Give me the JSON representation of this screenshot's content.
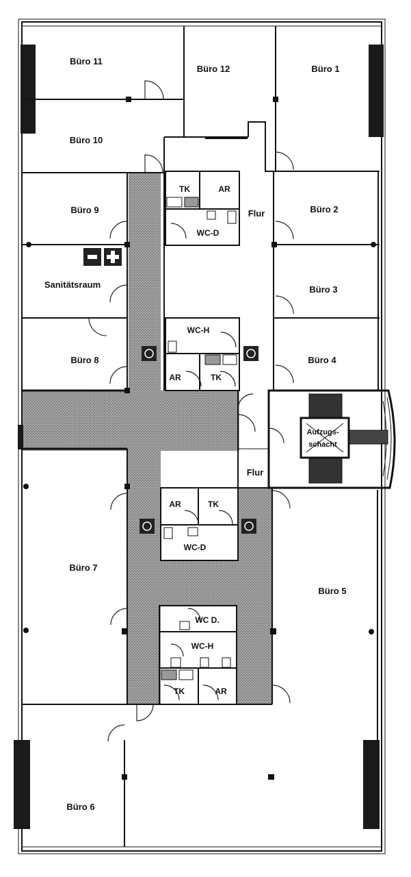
{
  "rooms": {
    "buero_1": "Büro 1",
    "buero_2": "Büro 2",
    "buero_3": "Büro 3",
    "buero_4": "Büro 4",
    "buero_5": "Büro 5",
    "buero_6": "Büro 6",
    "buero_7": "Büro 7",
    "buero_8": "Büro 8",
    "buero_9": "Büro 9",
    "buero_10": "Büro 10",
    "buero_11": "Büro 11",
    "buero_12": "Büro 12",
    "sanitaetsraum": "Sanitätsraum",
    "flur_upper": "Flur",
    "flur_lower": "Flur",
    "aufzug_line1": "Aufzugs-",
    "aufzug_line2": "schacht"
  },
  "wc_blocks": {
    "block_a": {
      "tk": "TK",
      "ar": "AR",
      "wc": "WC-D"
    },
    "block_b": {
      "wc": "WC-H",
      "ar": "AR",
      "tk": "TK"
    },
    "block_c": {
      "ar": "AR",
      "tk": "TK",
      "wc": "WC-D"
    },
    "block_d": {
      "wc_d": "WC D.",
      "wc_h": "WC-H",
      "tk": "TK",
      "ar": "AR"
    }
  },
  "colors": {
    "wall": "#111111",
    "corridor_fill": "#8a8a8a",
    "background": "#ffffff",
    "pillar": "#1a1a1a"
  },
  "icons": {
    "fire_extinguisher": "fire-extinguisher-icon",
    "first_aid": "first-aid-cross-icon",
    "elevator_cross": "elevator-shaft-icon"
  }
}
